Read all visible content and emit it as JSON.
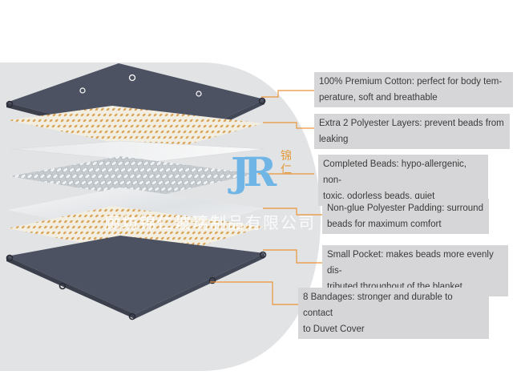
{
  "labels": [
    "100% Premium Cotton: perfect for body tem-perature, soft and breathable",
    "Extra 2 Polyester Layers: prevent beads from leaking",
    "Completed Beads: hypo-allergenic, non-toxic, odorless beads, quiet",
    "Non-glue Polyester Padding: surround beads for maximum comfort",
    "Small Pocket: makes beads more evenly dis-tributed throughout of the blanket.",
    "8  Bandages: stronger and durable to contact to Duvet Cover"
  ],
  "label_lines": [
    [
      "100% Premium Cotton: perfect for body tem-",
      "perature, soft and breathable"
    ],
    [
      "Extra 2 Polyester Layers: prevent beads from",
      "leaking"
    ],
    [
      "Completed Beads: hypo-allergenic, non-",
      "toxic, odorless beads, quiet"
    ],
    [
      "Non-glue Polyester Padding: surround",
      "beads for maximum comfort"
    ],
    [
      "Small Pocket: makes beads more evenly dis-",
      "tributed throughout of the blanket."
    ],
    [
      "8  Bandages: stronger and durable to contact",
      "to Duvet Cover"
    ]
  ],
  "logo": {
    "mark": "JR",
    "chars": "锦仁"
  },
  "watermark": "廊坊锦仁玻璃制品有限公司",
  "colors": {
    "background_panel": "#e2e3e5",
    "cover": "#4d5262",
    "label_box": "#d6d6d8",
    "leader_line": "#e8953a",
    "cotton_dots": "#d9a457"
  }
}
